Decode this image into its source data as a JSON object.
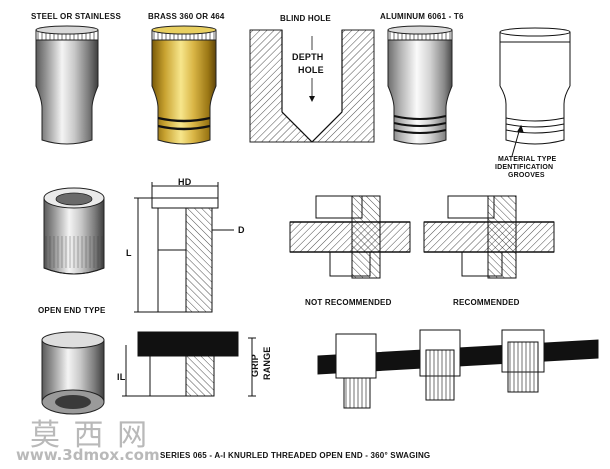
{
  "labels": {
    "steel": "STEEL OR STAINLESS",
    "brass": "BRASS 360 OR 464",
    "blind_hole": "BLIND HOLE",
    "depth": "DEPTH",
    "hole": "HOLE",
    "aluminum": "ALUMINUM 6061 - T6",
    "material_type": "MATERIAL TYPE",
    "identification": "IDENTIFICATION",
    "grooves": "GROOVES",
    "hd": "HD",
    "d": "D",
    "l": "L",
    "open_end_type": "OPEN END TYPE",
    "not_recommended": "NOT RECOMMENDED",
    "recommended": "RECOMMENDED",
    "il": "IL",
    "grip": "GRIP",
    "range": "RANGE",
    "series": "SERIES 065 - A-I KNURLED THREADED OPEN END - 360° SWAGING"
  },
  "watermark": {
    "chars": "莫 西 网",
    "url": "www.3dmox.com"
  },
  "colors": {
    "steel_light": "#f0f0f0",
    "steel_dark": "#505050",
    "brass_light": "#f3df7a",
    "brass_dark": "#8a6a10",
    "plate": "#111111",
    "line": "#111111"
  }
}
